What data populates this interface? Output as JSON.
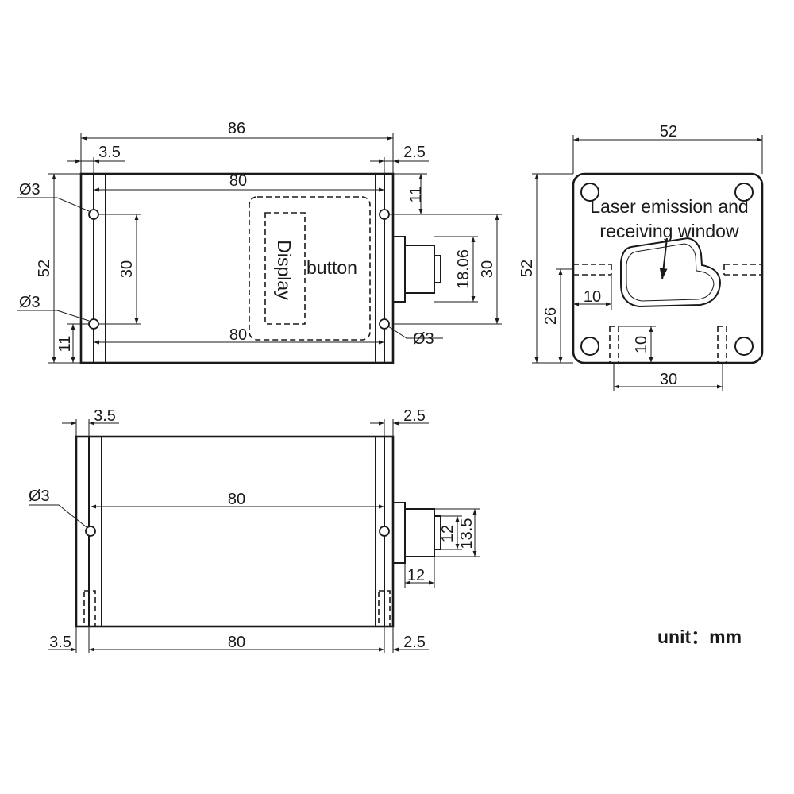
{
  "front_view": {
    "dim_total_width": "86",
    "dim_left_cap": "3.5",
    "dim_right_cap": "2.5",
    "dim_hole_span_top": "80",
    "dim_hole_span_bottom": "80",
    "dim_height": "52",
    "dim_hole_vertical": "30",
    "dim_bottom_offset": "11",
    "dim_top_offset": "11",
    "dim_connector_height": "18.06",
    "dim_right_vertical": "30",
    "hole_label_top_left": "Ø3",
    "hole_label_bottom_left": "Ø3",
    "hole_label_right": "Ø3",
    "display_label": "Display",
    "button_label": "button"
  },
  "side_view": {
    "dim_width": "52",
    "dim_height": "52",
    "dim_vertical_26": "26",
    "dim_slot_10_h": "10",
    "dim_slot_10_v": "10",
    "dim_slot_span": "30",
    "window_label_line1": "Laser emission and",
    "window_label_line2": "receiving window"
  },
  "bottom_view": {
    "dim_left_cap_top": "3.5",
    "dim_right_cap_top": "2.5",
    "dim_hole_span": "80",
    "hole_label": "Ø3",
    "dim_connector_12_v": "12",
    "dim_connector_13_5": "13.5",
    "dim_connector_12_h": "12",
    "dim_left_cap_bottom": "3.5",
    "dim_body_bottom": "80",
    "dim_right_cap_bottom": "2.5"
  },
  "unit_label": "unit：mm"
}
